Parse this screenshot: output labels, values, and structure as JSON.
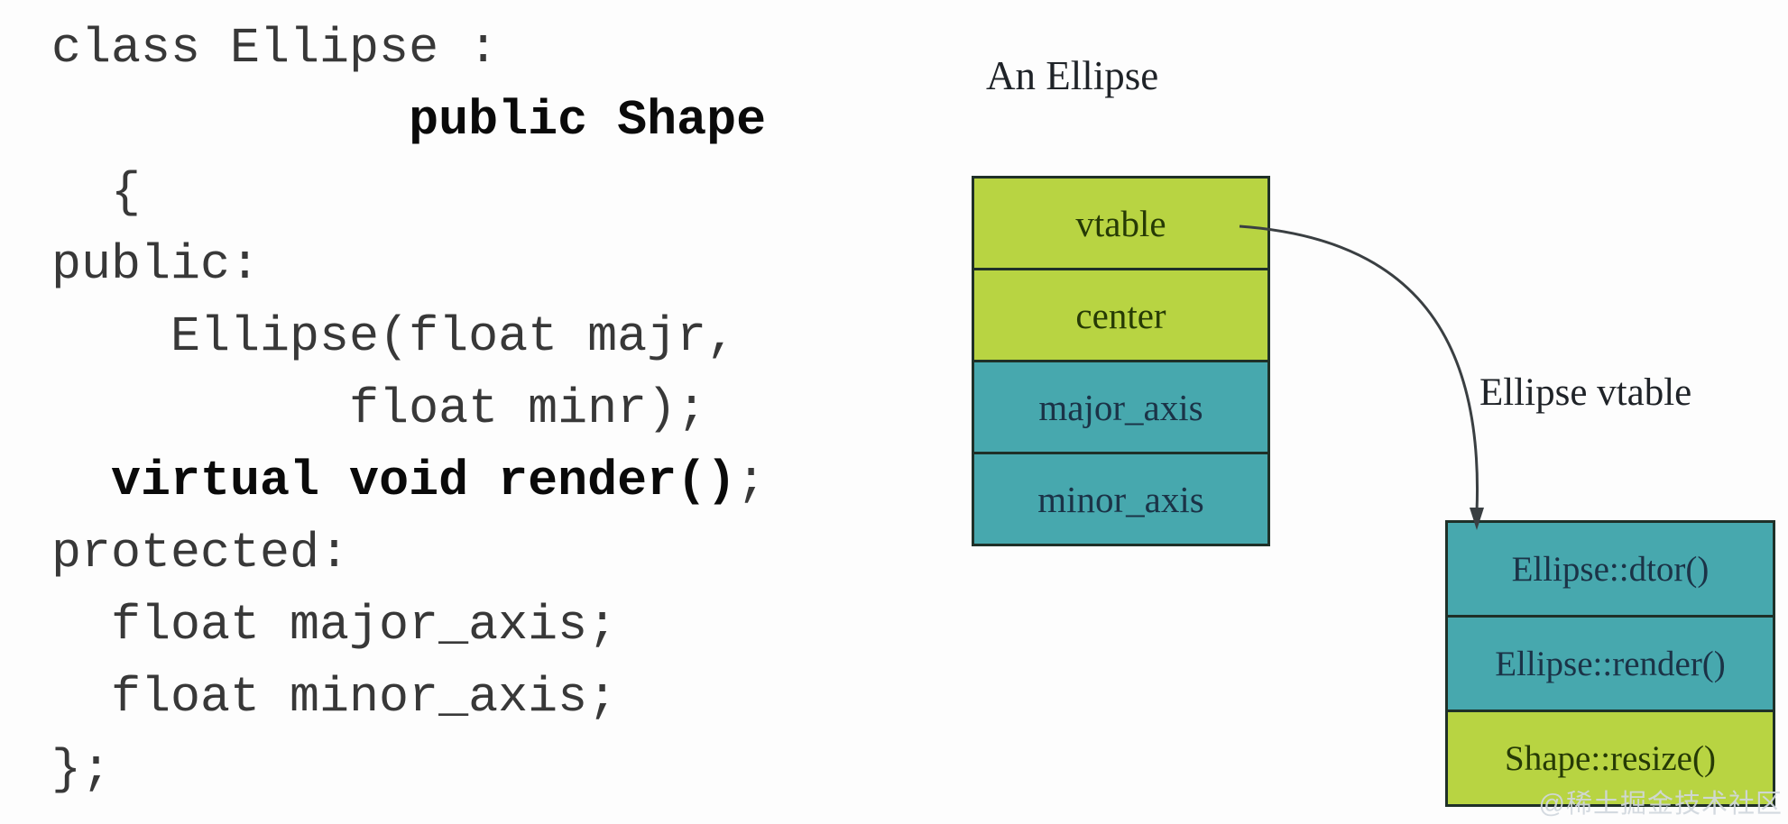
{
  "code": {
    "lines": [
      {
        "segments": [
          {
            "text": "class Ellipse :",
            "bold": false
          }
        ]
      },
      {
        "segments": [
          {
            "text": "            ",
            "bold": false
          },
          {
            "text": "public Shape",
            "bold": true
          }
        ]
      },
      {
        "segments": [
          {
            "text": "  {",
            "bold": false
          }
        ]
      },
      {
        "segments": [
          {
            "text": "public:",
            "bold": false
          }
        ]
      },
      {
        "segments": [
          {
            "text": "    Ellipse(float majr,",
            "bold": false
          }
        ]
      },
      {
        "segments": [
          {
            "text": "          float minr);",
            "bold": false
          }
        ]
      },
      {
        "segments": [
          {
            "text": "  ",
            "bold": false
          },
          {
            "text": "virtual void render()",
            "bold": true
          },
          {
            "text": ";",
            "bold": false
          }
        ]
      },
      {
        "segments": [
          {
            "text": "protected:",
            "bold": false
          }
        ]
      },
      {
        "segments": [
          {
            "text": "  float major_axis;",
            "bold": false
          }
        ]
      },
      {
        "segments": [
          {
            "text": "  float minor_axis;",
            "bold": false
          }
        ]
      },
      {
        "segments": [
          {
            "text": "};",
            "bold": false
          }
        ]
      }
    ]
  },
  "memory_diagram": {
    "title": "An Ellipse",
    "rows": [
      {
        "label": "vtable",
        "type": "green"
      },
      {
        "label": "center",
        "type": "green"
      },
      {
        "label": "major_axis",
        "type": "teal"
      },
      {
        "label": "minor_axis",
        "type": "teal"
      }
    ]
  },
  "vtable_diagram": {
    "title": "Ellipse vtable",
    "rows": [
      {
        "label": "Ellipse::dtor()",
        "type": "teal"
      },
      {
        "label": "Ellipse::render()",
        "type": "teal"
      },
      {
        "label": "Shape::resize()",
        "type": "green"
      }
    ]
  },
  "watermark": {
    "text": "@稀土掘金技术社区"
  },
  "colors": {
    "green": "#b8d442",
    "teal": "#47a8ae",
    "green-text": "#263a05",
    "teal-text": "#1b3347",
    "arrow": "#3a3f42"
  }
}
